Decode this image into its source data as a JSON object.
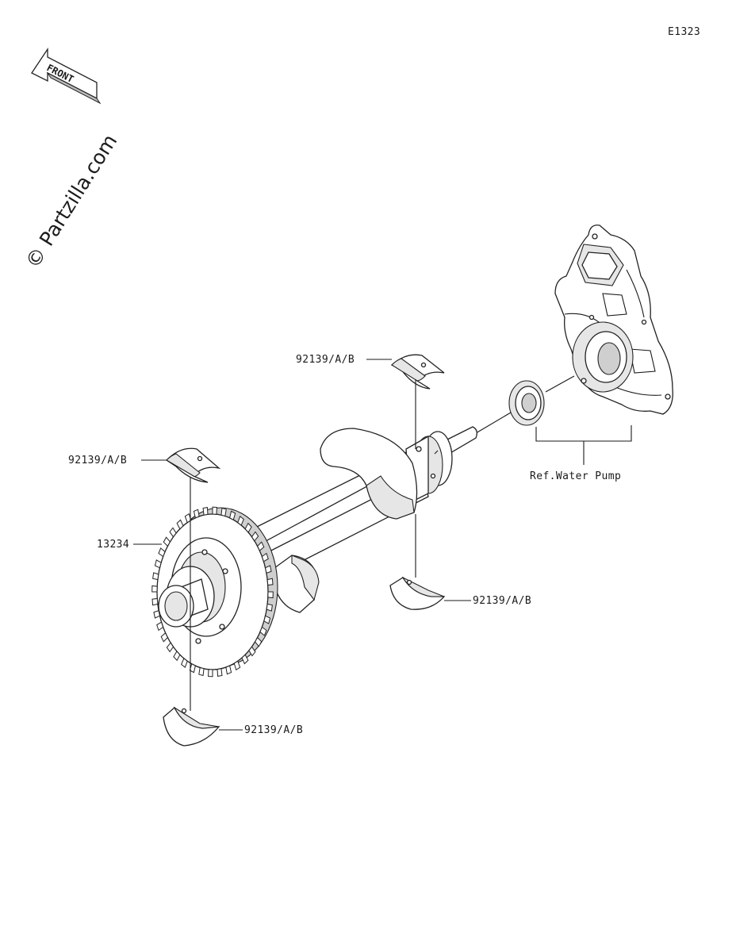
{
  "diagram_code": "E1323",
  "watermark": "© Partzilla.com",
  "front_badge": "FRONT",
  "labels": {
    "bearing_top": "92139/A/B",
    "bearing_left": "92139/A/B",
    "gear": "13234",
    "bearing_right": "92139/A/B",
    "bearing_bottom": "92139/A/B",
    "water_pump": "Ref.Water Pump"
  }
}
